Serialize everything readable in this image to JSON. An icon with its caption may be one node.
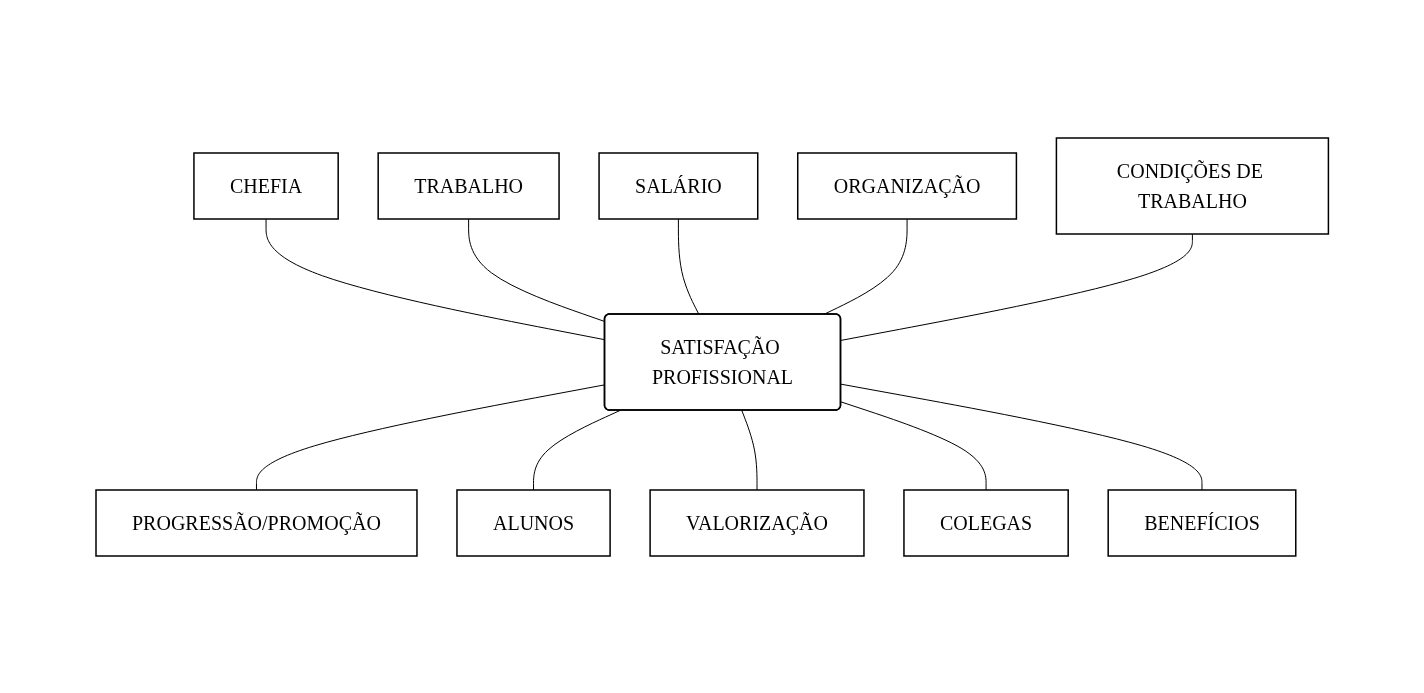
{
  "diagram": {
    "nodes": [
      {
        "text": [
          "CHEFIA"
        ]
      },
      {
        "text": [
          "TRABALHO"
        ]
      },
      {
        "text": [
          "SALÁRIO"
        ]
      },
      {
        "text": [
          "ORGANIZAÇÃO"
        ]
      },
      {
        "text": [
          "CONDIÇÕES DE TRABALHO"
        ]
      },
      {
        "text": [
          "SATISFAÇÃO PROFISSIONAL"
        ]
      },
      {
        "text": [
          "PROGRESSÃO/PROMOÇÃO"
        ]
      },
      {
        "text": [
          "ALUNOS"
        ]
      },
      {
        "text": [
          "VALORIZAÇÃO"
        ]
      },
      {
        "text": [
          "COLEGAS"
        ]
      },
      {
        "text": [
          "BENEFÍCIOS"
        ]
      }
    ],
    "edges": [
      {
        "from": 0,
        "to": 5,
        "arrow": "none"
      },
      {
        "from": 1,
        "to": 5,
        "arrow": "none"
      },
      {
        "from": 2,
        "to": 5,
        "arrow": "none"
      },
      {
        "from": 3,
        "to": 5,
        "arrow": "none"
      },
      {
        "from": 4,
        "to": 5,
        "arrow": "none"
      },
      {
        "from": 5,
        "to": 6,
        "arrow": "none"
      },
      {
        "from": 5,
        "to": 7,
        "arrow": "none"
      },
      {
        "from": 5,
        "to": 8,
        "arrow": "none"
      },
      {
        "from": 5,
        "to": 9,
        "arrow": "none"
      },
      {
        "from": 5,
        "to": 10,
        "arrow": "none"
      }
    ]
  }
}
